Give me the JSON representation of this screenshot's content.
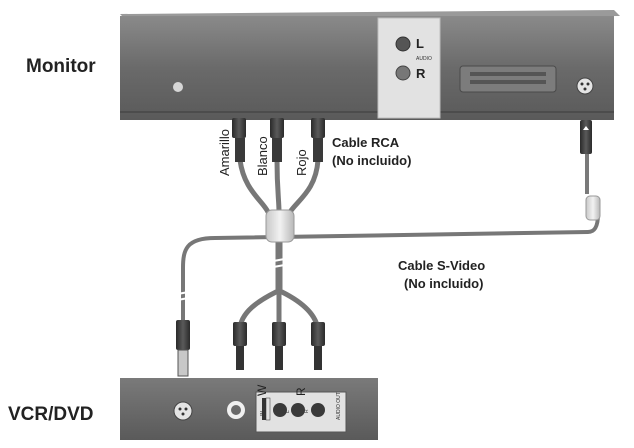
{
  "labels": {
    "monitor": "Monitor",
    "vcr_dvd": "VCR/DVD",
    "cable_rca_line1": "Cable RCA",
    "cable_rca_line2": "(No incluido)",
    "cable_svideo_line1": "Cable S-Video",
    "cable_svideo_line2": "(No incluido)"
  },
  "plugs": {
    "amarillo": "Amarillo",
    "blanco": "Blanco",
    "rojo": "Rojo"
  },
  "monitor_panel": {
    "audio_l": "L",
    "audio_text": "AUDIO",
    "audio_r": "R"
  },
  "vcr_panel": {
    "w": "W",
    "r": "R",
    "jack_tags": [
      "IN",
      "L",
      "R"
    ],
    "audio_out_tag": "AUDIO OUT"
  },
  "colors": {
    "device_body": "#5f5f5f",
    "cable": "#7a7a7a",
    "plug": "#3a3a3a",
    "panel": "#d8d8d8"
  }
}
